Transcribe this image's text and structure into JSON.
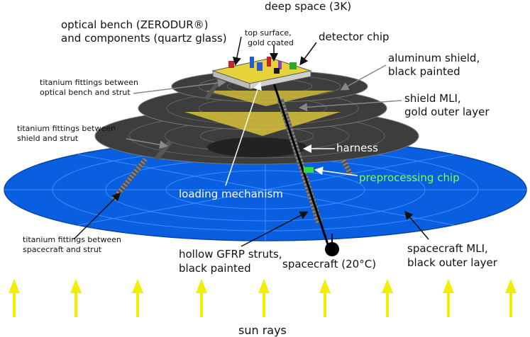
{
  "labels": {
    "deep_space": "deep space (3K)",
    "optical_bench_1": "optical bench (ZERODUR®)",
    "optical_bench_2": "and components (quartz glass)",
    "top_surface_1": "top surface,",
    "top_surface_2": "gold coated",
    "detector_chip": "detector chip",
    "aluminum_shield_1": "aluminum shield,",
    "aluminum_shield_2": "black painted",
    "ti_bench_1": "titanium fittings between",
    "ti_bench_2": "optical bench and strut",
    "shield_mli_1": "shield MLI,",
    "shield_mli_2": "gold outer layer",
    "ti_shield_1": "titanium fittings between",
    "ti_shield_2": "shield and strut",
    "harness": "harness",
    "preprocessing_chip": "preprocessing chip",
    "loading_mechanism": "loading mechanism",
    "ti_spacecraft_1": "titanium fittings between",
    "ti_spacecraft_2": "spacecraft and strut",
    "gfrp_1": "hollow GFRP struts,",
    "gfrp_2": "black painted",
    "spacecraft_temp": "spacecraft (20°C)",
    "spacecraft_mli_1": "spacecraft MLI,",
    "spacecraft_mli_2": "black outer layer",
    "sun_rays": "sun rays"
  },
  "colors": {
    "spacecraft_disc": "#0a5fe0",
    "spacecraft_grid": "#3b8cff",
    "shield": "#3b3b3b",
    "shield_grid": "#6a6a6a",
    "mli_gold": "#d8c23a",
    "bench_gold": "#e6d23a",
    "preproc_chip": "#33dd33",
    "sun_arrow": "#f2ee00",
    "strut": "#555555"
  }
}
